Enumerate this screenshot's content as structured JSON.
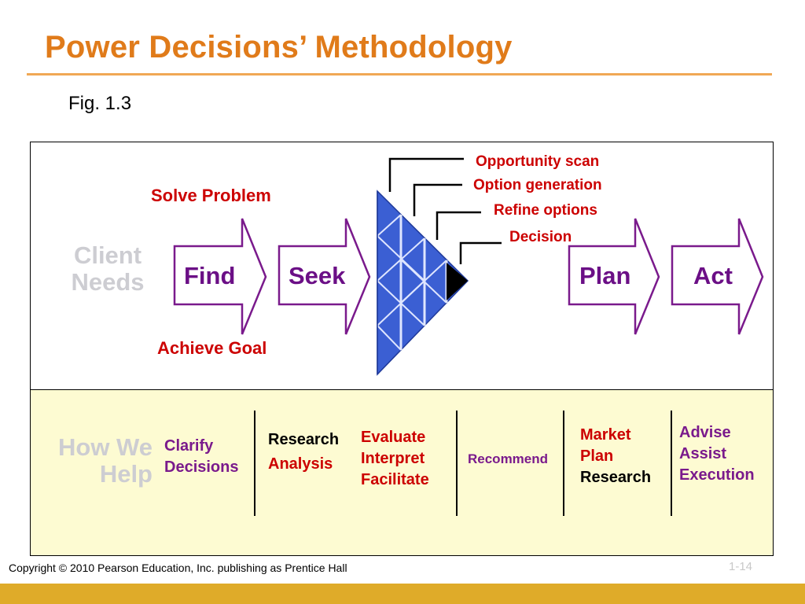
{
  "slide": {
    "title": "Power Decisions’ Methodology",
    "figure_label": "Fig. 1.3",
    "copyright": "Copyright © 2010 Pearson Education, Inc. publishing as Prentice Hall",
    "page_number": "1-14"
  },
  "diagram": {
    "row_labels": {
      "client_needs": "Client Needs",
      "how_we_help": "How We Help"
    },
    "solve_problem": "Solve Problem",
    "achieve_goal": "Achieve Goal",
    "stages": {
      "find": "Find",
      "seek": "Seek",
      "plan": "Plan",
      "act": "Act"
    },
    "decision_steps": [
      "Opportunity scan",
      "Option generation",
      "Refine options",
      "Decision"
    ],
    "how_we_help": {
      "clarify": [
        "Clarify",
        "Decisions"
      ],
      "research_col": [
        "Research",
        "Analysis"
      ],
      "evaluate": [
        "Evaluate",
        "Interpret",
        "Facilitate"
      ],
      "recommend": "Recommend",
      "market": [
        "Market",
        "Plan",
        "Research"
      ],
      "advise": [
        "Advise",
        "Assist",
        "Execution"
      ]
    }
  },
  "colors": {
    "title": "#e07b1a",
    "accent_red": "#cc0000",
    "stage_purple": "#6b0f86",
    "funnel_blue": "#3b5fd3",
    "help_background": "#fdfbd2",
    "footer_bar": "#dfab29"
  }
}
